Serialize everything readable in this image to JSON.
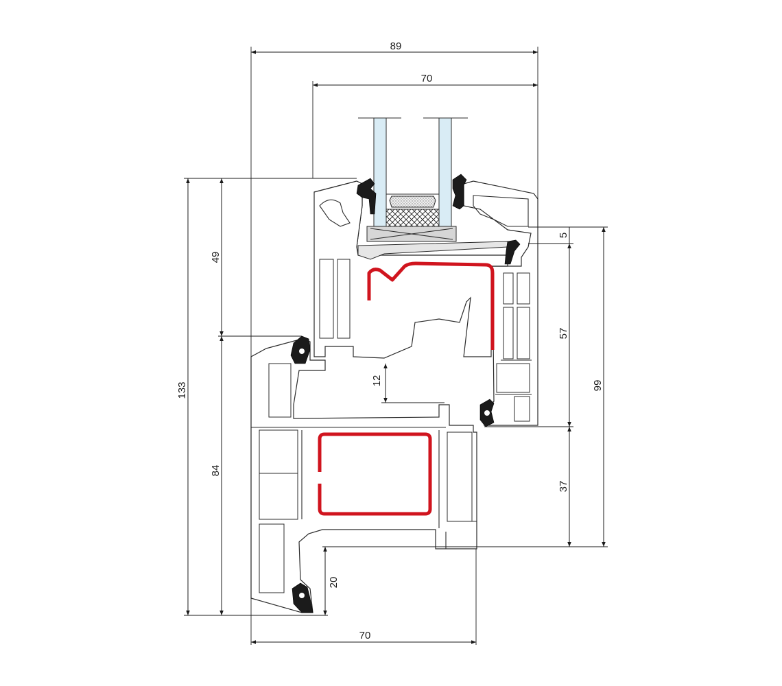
{
  "dimensions": {
    "overall_width": "89",
    "sash_width": "70",
    "frame_width": "70",
    "left_total_height": "133",
    "left_upper_height": "49",
    "left_lower_height": "84",
    "right_total_height": "99",
    "right_upper_height": "57",
    "right_lower_height": "37",
    "glazing_rebate_offset": "5",
    "overlap_height": "12",
    "frame_rebate_height": "20"
  },
  "colors": {
    "steel_reinforcement": "#d0141e",
    "glass": "#d9ecf5",
    "gasket": "#1b1b1b",
    "line": "#1a1a1a"
  },
  "icons": {
    "arrowhead": "arrowhead-icon"
  }
}
